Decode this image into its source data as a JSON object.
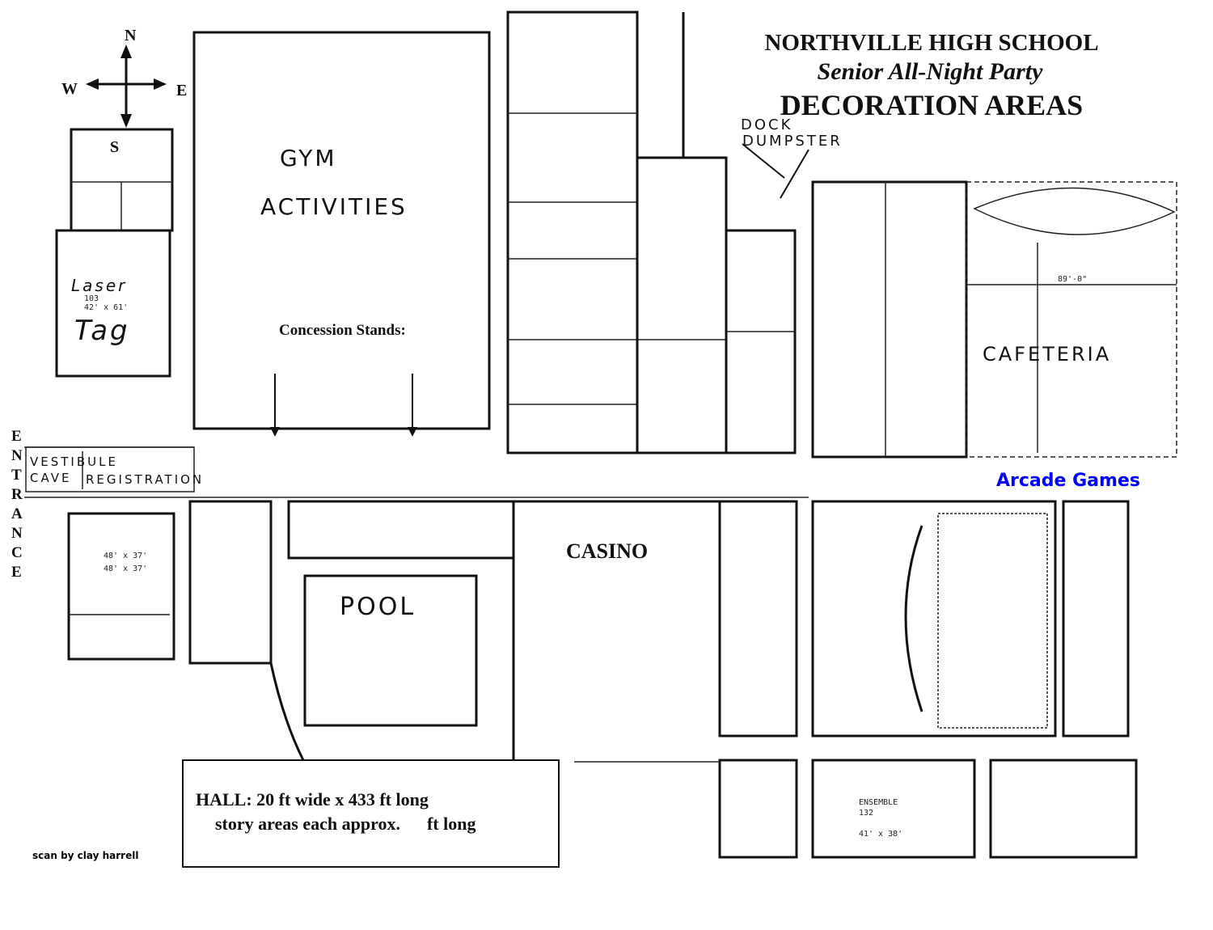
{
  "title": {
    "line1": "NORTHVILLE HIGH SCHOOL",
    "line2": "Senior All-Night Party",
    "line3": "DECORATION AREAS"
  },
  "compass": {
    "n": "N",
    "s": "S",
    "e": "E",
    "w": "W"
  },
  "labels": {
    "dock": "DOCK",
    "dumpster": "DUMPSTER",
    "gym": "GYM",
    "activities": "ACTIVITIES",
    "concession": "Concession Stands:",
    "laser": "Laser",
    "tag": "Tag",
    "room103": "103",
    "laser_dims": "42' x 61'",
    "entrance": [
      "E",
      "N",
      "T",
      "R",
      "A",
      "N",
      "C",
      "E"
    ],
    "vestibule": "VESTIBULE",
    "cave": "CAVE",
    "registration": "REGISTRATION",
    "room_dims_1": "48' x 37'",
    "room_dims_2": "48' x 37'",
    "pool": "POOL",
    "casino": "CASINO",
    "cafeteria": "CAFETERIA",
    "cafeteria_dim": "89'-0\"",
    "arcade": "Arcade Games",
    "ensemble": "ENSEMBLE",
    "ensemble_num": "132",
    "ensemble_dims": "41' x 38'"
  },
  "hall_box": {
    "line1": "HALL: 20 ft wide x 433 ft long",
    "line2": "story areas each approx.      ft long"
  },
  "credit": "scan by clay harrell",
  "colors": {
    "arcade": "#0000ff",
    "ink": "#111111"
  }
}
